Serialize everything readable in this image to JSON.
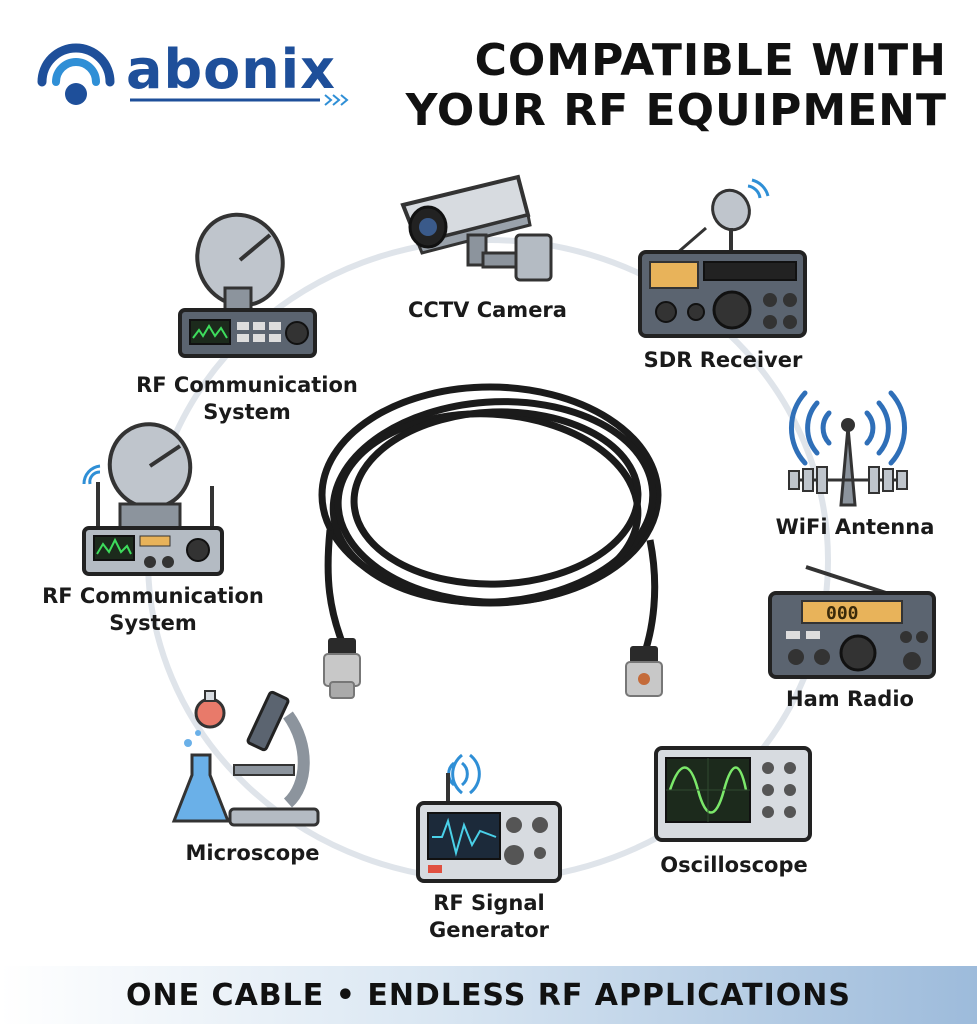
{
  "brand": {
    "name": "abonix",
    "accent": "#1e4f9a",
    "accent_light": "#2f8fd6"
  },
  "headline": {
    "line1": "COMPATIBLE WITH",
    "line2": "YOUR RF EQUIPMENT"
  },
  "devices": {
    "rf_comm_1": {
      "line1": "RF Communication",
      "line2": "System",
      "icon": "satellite-dish-receiver-icon"
    },
    "cctv": {
      "line1": "CCTV Camera",
      "icon": "cctv-camera-icon"
    },
    "sdr": {
      "line1": "SDR Receiver",
      "icon": "sdr-receiver-icon"
    },
    "wifi": {
      "line1": "WiFi Antenna",
      "icon": "wifi-antenna-icon"
    },
    "rf_comm_2": {
      "line1": "RF Communication",
      "line2": "System",
      "icon": "satellite-transceiver-icon"
    },
    "ham": {
      "line1": "Ham Radio",
      "icon": "ham-radio-icon",
      "display": "000"
    },
    "microscope": {
      "line1": "Microscope",
      "icon": "microscope-icon"
    },
    "signal_gen": {
      "line1": "RF Signal",
      "line2": "Generator",
      "icon": "signal-generator-icon"
    },
    "oscilloscope": {
      "line1": "Oscilloscope",
      "icon": "oscilloscope-icon"
    }
  },
  "footer": {
    "text": "ONE CABLE • ENDLESS RF APPLICATIONS"
  },
  "cable": {
    "icon": "coax-cable-icon",
    "connector_left": "bnc-male-connector-icon",
    "connector_right": "bnc-female-connector-icon"
  }
}
